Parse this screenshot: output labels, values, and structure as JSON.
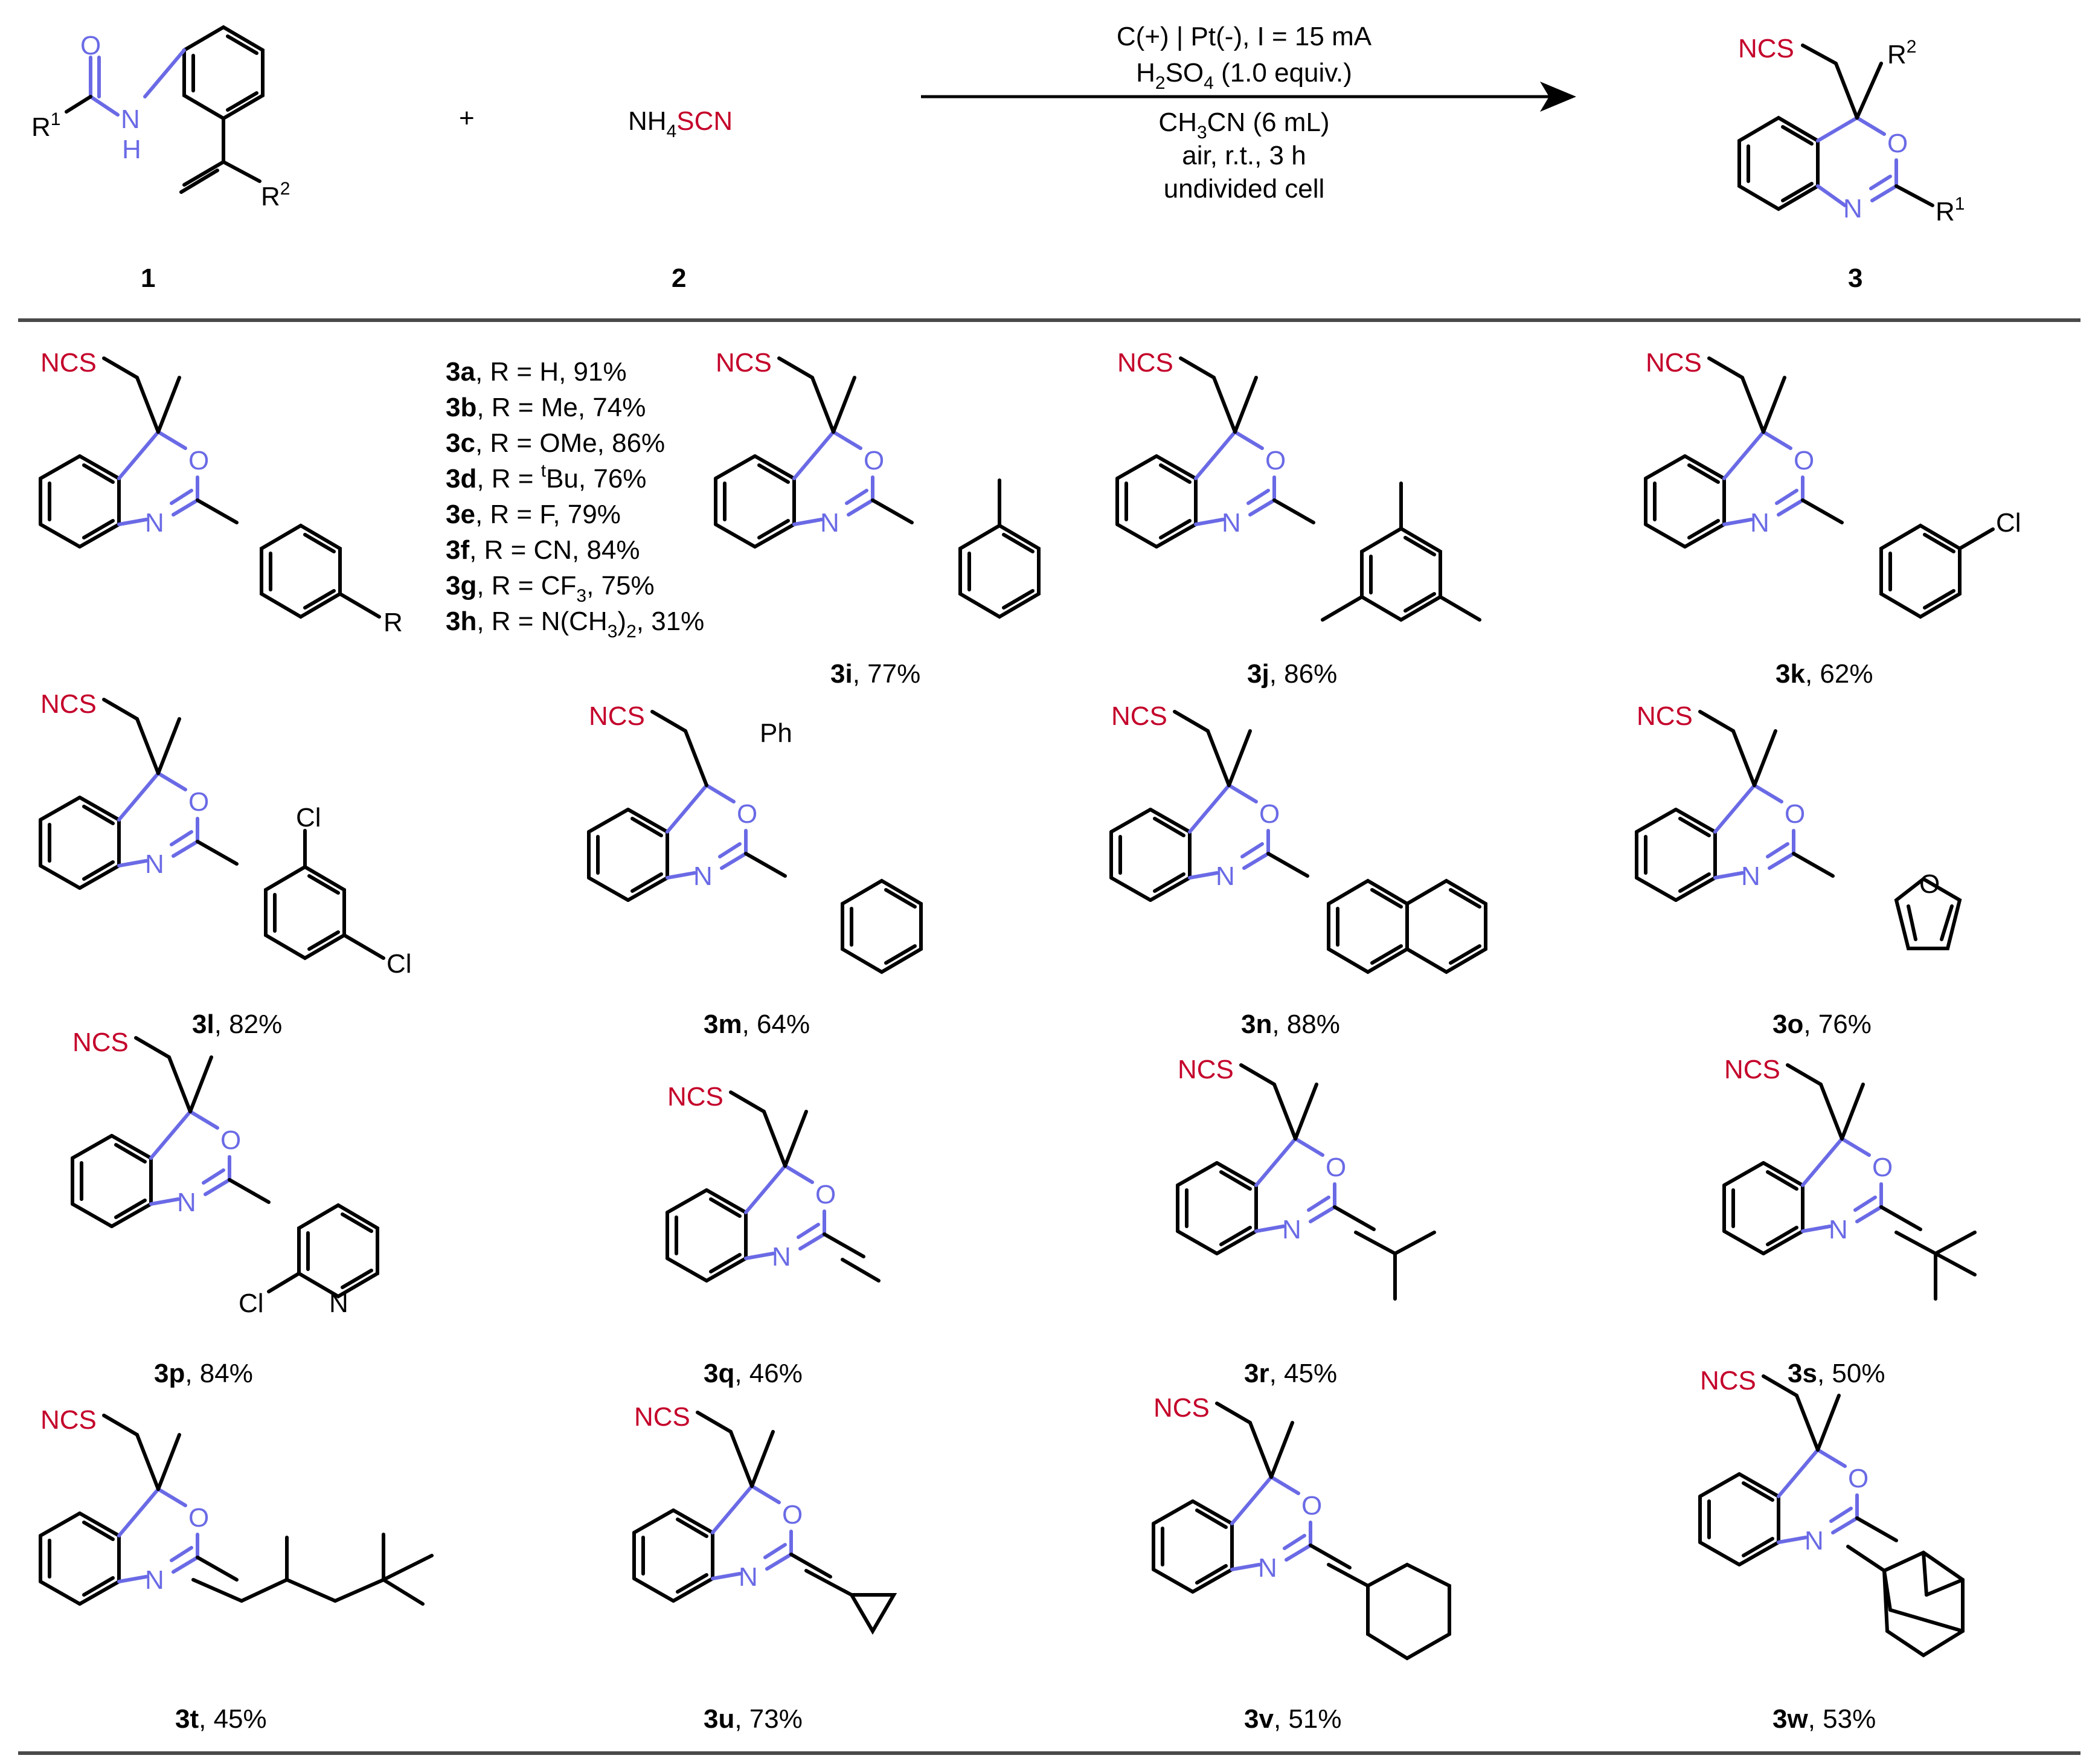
{
  "colors": {
    "ring": "#6a6ae6",
    "ncs": "#c4002a",
    "bond": "#000000",
    "rule": "#4a4a4a"
  },
  "reaction": {
    "plus": "+",
    "reagent_prefix": "NH",
    "reagent_sub": "4",
    "reagent_suffix": "SCN",
    "compound_1": "1",
    "compound_2": "2",
    "compound_3": "3",
    "conditions": {
      "line1": "C(+) | Pt(-), I = 15 mA",
      "line2_a": "H",
      "line2_sub1": "2",
      "line2_b": "SO",
      "line2_sub2": "4",
      "line2_c": " (1.0 equiv.)",
      "line3_a": "CH",
      "line3_sub": "3",
      "line3_b": "CN (6 mL)",
      "line4": "air, r.t., 3 h",
      "line5": "undivided cell"
    }
  },
  "atoms": {
    "o": "O",
    "n": "N",
    "h": "H",
    "r": "R",
    "ncs": "NCS",
    "cl": "Cl",
    "ph": "Ph",
    "r1_sup": "1",
    "r2_sup": "2"
  },
  "legend_3a_3h": [
    {
      "id": "3a",
      "sub": "R = H, 91%"
    },
    {
      "id": "3b",
      "sub": "R = Me, 74%"
    },
    {
      "id": "3c",
      "sub": "R = OMe, 86%"
    },
    {
      "id": "3d",
      "sub_pre": "R = ",
      "sup": "t",
      "sub_post": "Bu, 76%"
    },
    {
      "id": "3e",
      "sub": "R = F, 79%"
    },
    {
      "id": "3f",
      "sub": "R = CN, 84%"
    },
    {
      "id": "3g",
      "sub_pre": "R = CF",
      "subs": "3",
      "sub_post": ", 75%"
    },
    {
      "id": "3h",
      "sub_pre": "R = N(CH",
      "subs": "3",
      "sub_mid": ")",
      "subs2": "2",
      "sub_post": ", 31%"
    }
  ],
  "products": [
    {
      "id": "3i",
      "yield": ", 77%"
    },
    {
      "id": "3j",
      "yield": ", 86%"
    },
    {
      "id": "3k",
      "yield": ", 62%"
    },
    {
      "id": "3l",
      "yield": ", 82%"
    },
    {
      "id": "3m",
      "yield": ", 64%"
    },
    {
      "id": "3n",
      "yield": ", 88%"
    },
    {
      "id": "3o",
      "yield": ", 76%"
    },
    {
      "id": "3p",
      "yield": ", 84%"
    },
    {
      "id": "3q",
      "yield": ", 46%"
    },
    {
      "id": "3r",
      "yield": ", 45%"
    },
    {
      "id": "3s",
      "yield": ", 50%"
    },
    {
      "id": "3t",
      "yield": ", 45%"
    },
    {
      "id": "3u",
      "yield": ", 73%"
    },
    {
      "id": "3v",
      "yield": ", 51%"
    },
    {
      "id": "3w",
      "yield": ", 53%"
    }
  ]
}
